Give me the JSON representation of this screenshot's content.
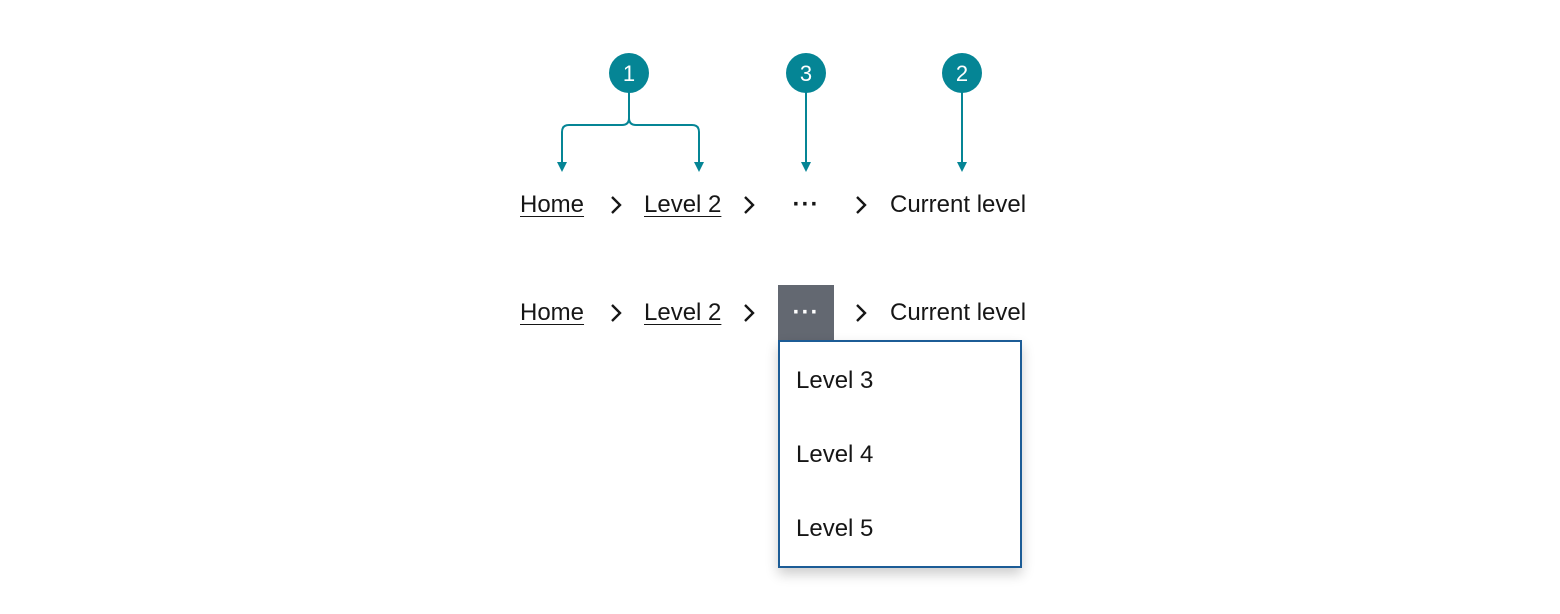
{
  "annotations": {
    "accent_color": "#058595",
    "badges": [
      "1",
      "3",
      "2"
    ]
  },
  "breadcrumb_collapsed": {
    "home": "Home",
    "level2": "Level 2",
    "ellipsis": "···",
    "current": "Current level"
  },
  "breadcrumb_expanded": {
    "home": "Home",
    "level2": "Level 2",
    "ellipsis": "···",
    "current": "Current level",
    "ellipsis_active_color": "#636871"
  },
  "overflow_menu": {
    "border_color": "#1c5c96",
    "items": [
      "Level 3",
      "Level 4",
      "Level 5"
    ]
  },
  "icons": {
    "separator": "chevron-right-icon",
    "overflow": "ellipsis-icon"
  }
}
